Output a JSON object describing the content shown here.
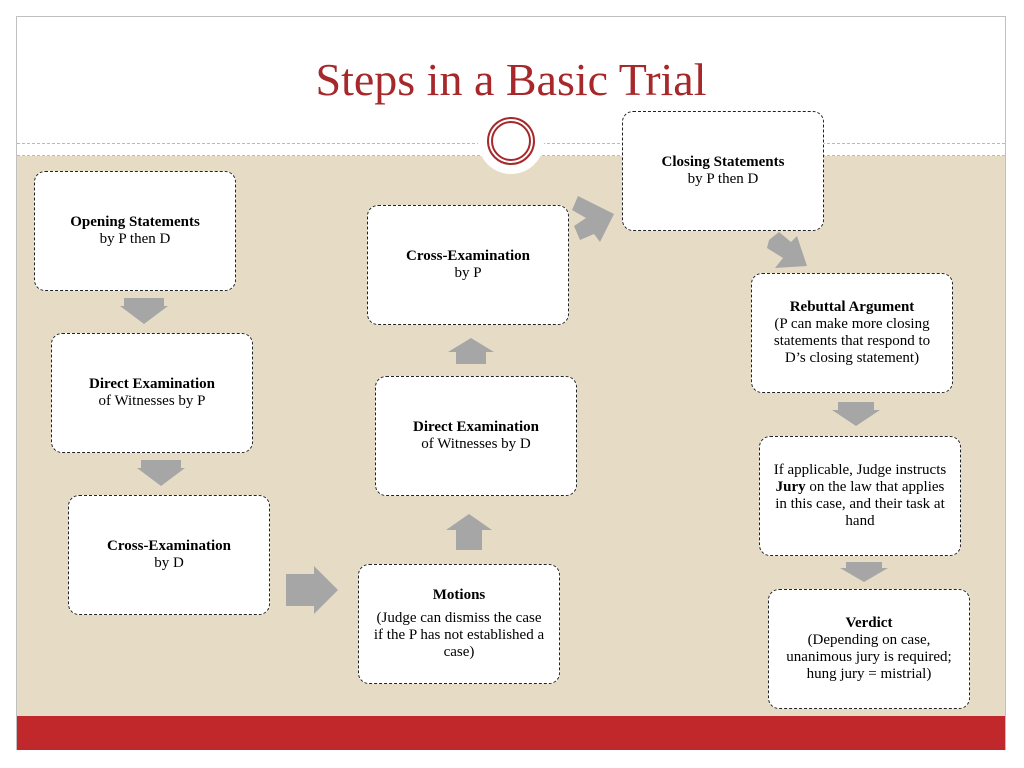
{
  "title": "Steps in a Basic Trial",
  "colors": {
    "title": "#a6282b",
    "content_bg": "#e6dcc6",
    "footer": "#c0282b",
    "arrow": "#a6a6a6"
  },
  "steps": [
    {
      "heading": "Opening Statements",
      "detail": "by P then D"
    },
    {
      "heading": "Direct Examination",
      "detail": "of Witnesses by P"
    },
    {
      "heading": "Cross-Examination",
      "detail": "by D"
    },
    {
      "heading": "Motions",
      "detail": "(Judge can dismiss the case if the P has not established a case)"
    },
    {
      "heading": "Direct Examination",
      "detail": "of Witnesses by D"
    },
    {
      "heading": "Cross-Examination",
      "detail": "by P"
    },
    {
      "heading": "Closing Statements",
      "detail": "by P then D"
    },
    {
      "heading": "Rebuttal Argument",
      "detail": "(P can make more closing statements that respond to D’s closing statement)"
    },
    {
      "pre": "If applicable, Judge instructs ",
      "bold": "Jury",
      "post": " on the law that applies in this case, and their task at hand"
    },
    {
      "heading": "Verdict",
      "detail": "(Depending on case, unanimous jury is required; hung jury = mistrial)"
    }
  ]
}
